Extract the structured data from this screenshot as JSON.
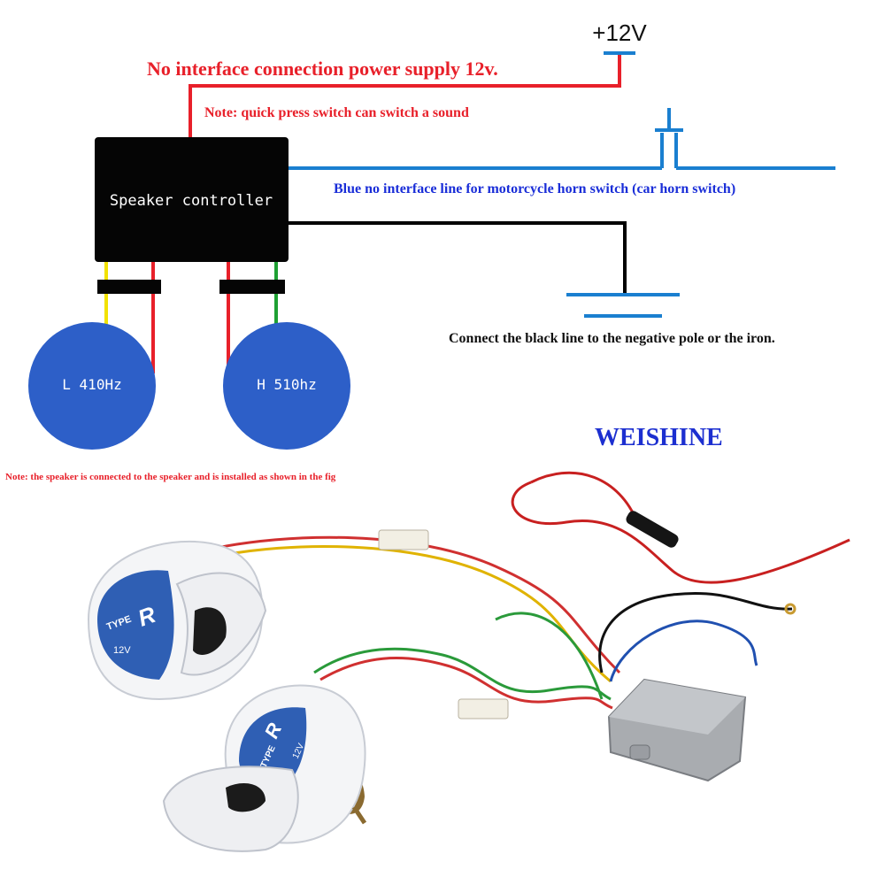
{
  "diagram": {
    "supply_voltage_label": "+12V",
    "power_supply_note": "No interface connection power supply 12v.",
    "switch_note": "Note: quick press switch can switch a sound",
    "controller_label": "Speaker controller",
    "blue_line_note": "Blue no interface line for motorcycle horn switch (car horn switch)",
    "ground_note": "Connect the black line to the negative pole or the iron.",
    "speaker_low_label": "L 410Hz",
    "speaker_high_label": "H 510hz",
    "install_note": "Note: the speaker is connected to the speaker and is installed as shown in the fig",
    "brand": "WEISHINE"
  },
  "product_photo": {
    "horn_badge_text": "TYPE",
    "horn_badge_letter": "R",
    "horn_voltage": "12V"
  },
  "colors": {
    "red_wire": "#e8202a",
    "blue_wire": "#1a7fd0",
    "black_wire": "#000000",
    "yellow_wire": "#f2e200",
    "green_wire": "#1ea033",
    "speaker_fill": "#2d5fc8",
    "brand_color": "#1c2fd0",
    "blue_note_color": "#1a2ed8",
    "red_note_color": "#e8202a"
  }
}
